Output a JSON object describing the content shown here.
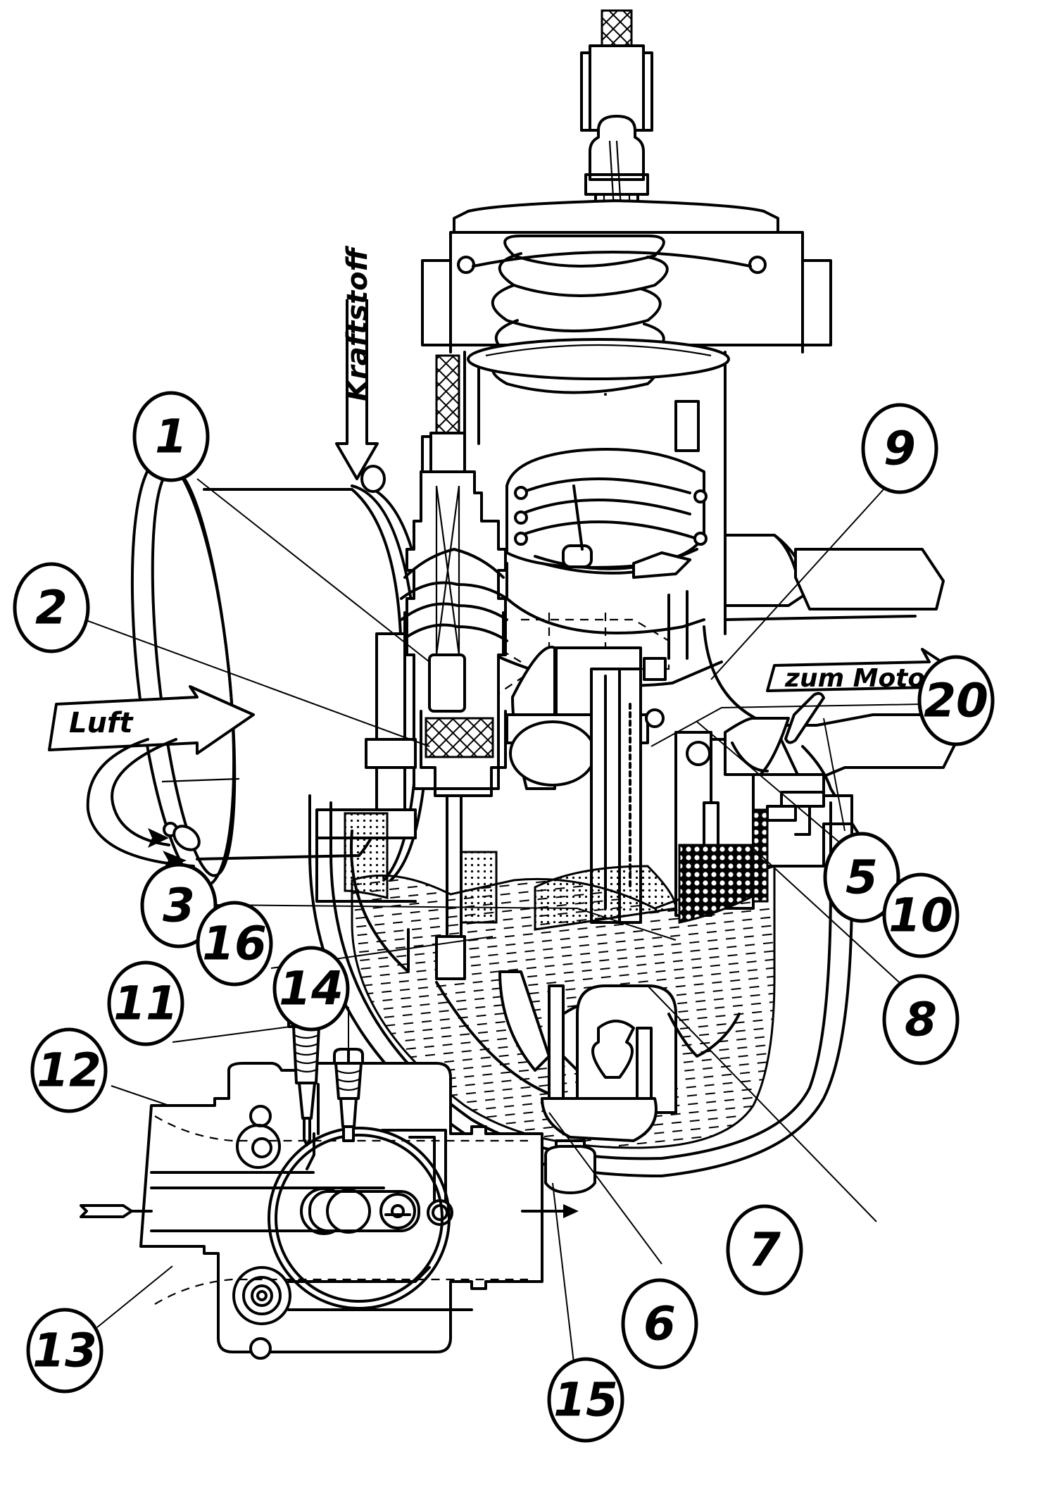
{
  "diagram": {
    "subject": "Carburetor cutaway (Vergaser Schnittbild)",
    "flow_labels": {
      "fuel": "Kraftstoff",
      "air": "Luft",
      "to_engine": "zum Motor"
    },
    "callouts": [
      {
        "id": "1",
        "label": "1"
      },
      {
        "id": "2",
        "label": "2"
      },
      {
        "id": "3",
        "label": "3"
      },
      {
        "id": "5",
        "label": "5"
      },
      {
        "id": "6",
        "label": "6"
      },
      {
        "id": "7",
        "label": "7"
      },
      {
        "id": "8",
        "label": "8"
      },
      {
        "id": "9",
        "label": "9"
      },
      {
        "id": "10",
        "label": "10"
      },
      {
        "id": "11",
        "label": "11"
      },
      {
        "id": "12",
        "label": "12"
      },
      {
        "id": "13",
        "label": "13"
      },
      {
        "id": "14",
        "label": "14"
      },
      {
        "id": "15",
        "label": "15"
      },
      {
        "id": "16",
        "label": "16"
      },
      {
        "id": "20",
        "label": "20"
      }
    ],
    "colors": {
      "ink": "#000000",
      "paper": "#ffffff"
    }
  }
}
